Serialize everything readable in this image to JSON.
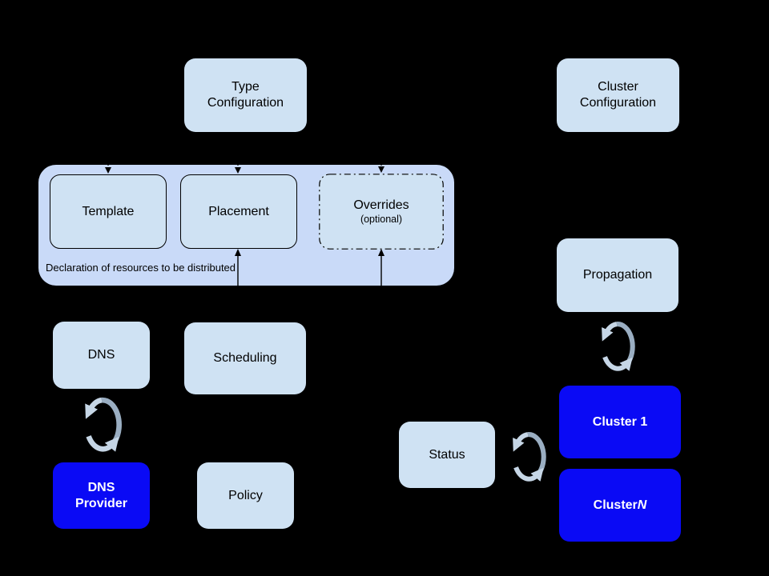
{
  "diagram": {
    "nodes": {
      "type_configuration": {
        "label": "Type\nConfiguration"
      },
      "cluster_configuration": {
        "label": "Cluster\nConfiguration"
      },
      "template": {
        "label": "Template"
      },
      "placement": {
        "label": "Placement"
      },
      "overrides": {
        "label": "Overrides",
        "sublabel": "(optional)"
      },
      "declaration_group": {
        "caption": "Declaration of resources to be distributed"
      },
      "dns": {
        "label": "DNS"
      },
      "scheduling": {
        "label": "Scheduling"
      },
      "dns_provider": {
        "label": "DNS\nProvider"
      },
      "policy": {
        "label": "Policy"
      },
      "propagation": {
        "label": "Propagation"
      },
      "status": {
        "label": "Status"
      },
      "cluster_1": {
        "label": "Cluster 1"
      },
      "cluster_n": {
        "label_prefix": "Cluster ",
        "label_suffix": "N"
      }
    },
    "icons": {
      "sync_icon": "two curved arrows forming a bidirectional sync cycle"
    },
    "colors": {
      "background": "#000000",
      "light_box_fill": "#cfe2f3",
      "group_fill": "#c9daf8",
      "cluster_blue": "#0a0af5",
      "box_text": "#000000",
      "cluster_text": "#ffffff",
      "connector": "#000000",
      "sync_arrow_dark": "#9aaec2",
      "sync_arrow_light": "#c6d6e6"
    }
  }
}
